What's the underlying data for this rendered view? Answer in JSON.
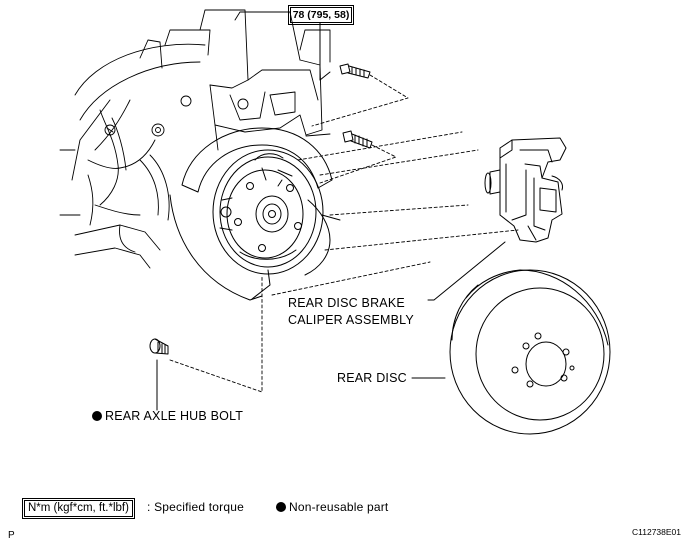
{
  "torque_spec": "78 (795, 58)",
  "labels": {
    "caliper_line1": "REAR DISC BRAKE",
    "caliper_line2": "CALIPER ASSEMBLY",
    "rear_disc": "REAR DISC",
    "hub_bolt": "REAR AXLE HUB BOLT"
  },
  "legend": {
    "torque_units": "N*m (kgf*cm, ft.*lbf)",
    "torque_desc": ": Specified torque",
    "non_reusable": "Non-reusable part"
  },
  "corner_letter": "P",
  "figure_id": "C112738E01"
}
